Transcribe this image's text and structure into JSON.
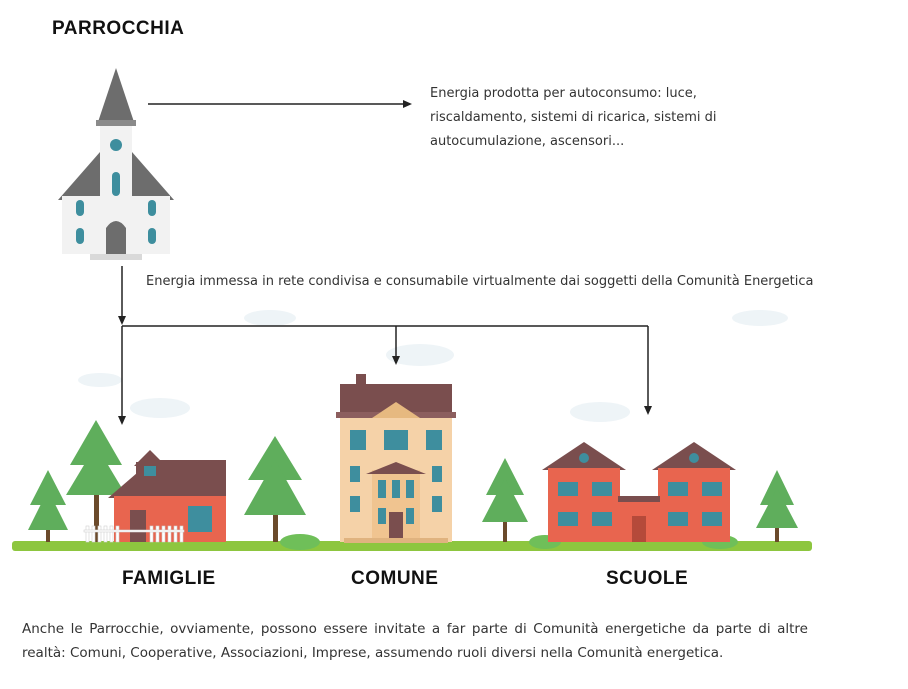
{
  "labels": {
    "parrocchia": "PARROCCHIA",
    "famiglie": "FAMIGLIE",
    "comune": "COMUNE",
    "scuole": "SCUOLE"
  },
  "notes": {
    "autoconsumo": "Energia prodotta per autoconsumo: luce, riscaldamento, sistemi di ricarica, sistemi di autocumulazione, ascensori...",
    "rete": "Energia immessa in rete condivisa e consumabile virtualmente dai soggetti della Comunità Energetica"
  },
  "footer": {
    "text": "Anche le Parrocchie, ovviamente, possono essere invitate a far parte di Comunità energetiche da parte di altre realtà: Comuni, Cooperative, Associazioni, Imprese, assumendo ruoli diversi nella Comunità energetica."
  },
  "colors": {
    "ground": "#8dc63f",
    "church_roof": "#6d6d6d",
    "church_wall": "#f2f2f2",
    "house_roof": "#7a4e4e",
    "house_wall": "#e8654f",
    "window": "#3e8e9e",
    "tree": "#5fae5c"
  }
}
